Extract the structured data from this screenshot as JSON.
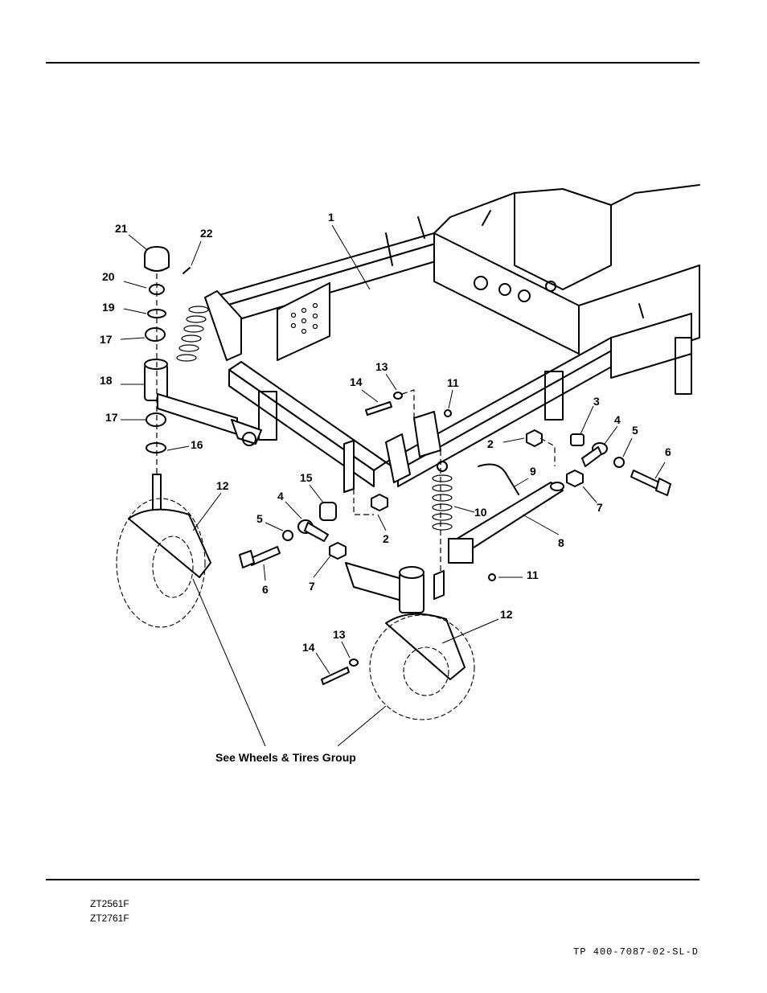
{
  "header": {
    "rule": true
  },
  "callouts": [
    "1",
    "2",
    "2",
    "3",
    "4",
    "4",
    "5",
    "5",
    "6",
    "6",
    "7",
    "7",
    "8",
    "9",
    "10",
    "11",
    "11",
    "12",
    "12",
    "13",
    "13",
    "14",
    "14",
    "15",
    "16",
    "17",
    "17",
    "18",
    "19",
    "20",
    "21",
    "22"
  ],
  "reference_note": "See Wheels & Tires Group",
  "footer": {
    "models": [
      "ZT2561F",
      "ZT2761F"
    ],
    "doc_id": "TP 400-7087-02-SL-D"
  }
}
